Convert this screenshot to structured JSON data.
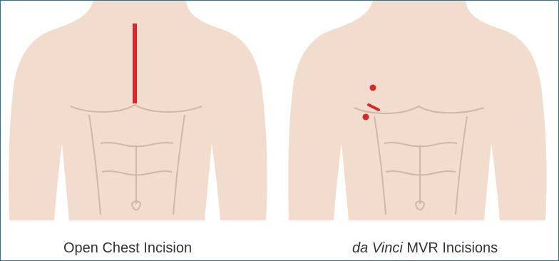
{
  "colors": {
    "skin": "#f2dccd",
    "contour": "#cfb7a6",
    "incision": "#d6282b",
    "frame_border": "#2f6f8f",
    "caption_text": "#333333"
  },
  "panels": [
    {
      "caption": "Open Chest Incision",
      "incision_type": "vertical sternotomy line"
    },
    {
      "caption_italic": "da Vinci",
      "caption_rest": " MVR Incisions",
      "incision_type": "two port dots and one short slash"
    }
  ]
}
